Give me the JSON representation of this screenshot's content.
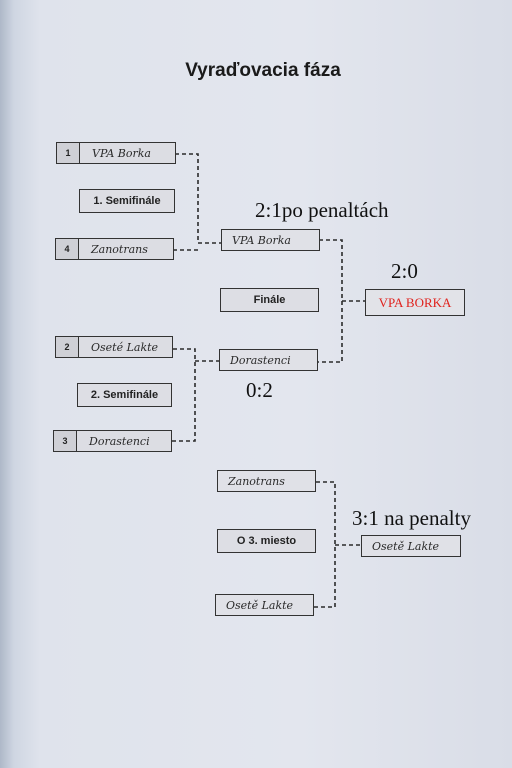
{
  "title": "Vyraďovacia fáza",
  "semifinal1": {
    "label": "1. Semifinále",
    "team_a": {
      "seed": "1",
      "name": "VPA Borka"
    },
    "team_b": {
      "seed": "4",
      "name": "Zanotrans"
    },
    "winner": "VPA Borka",
    "score": "2:1po penaltách"
  },
  "semifinal2": {
    "label": "2. Semifinále",
    "team_a": {
      "seed": "2",
      "name": "Oseté Lakte"
    },
    "team_b": {
      "seed": "3",
      "name": "Dorastenci"
    },
    "winner": "Dorastenci",
    "score": "0:2"
  },
  "final": {
    "label": "Finále",
    "score": "2:0",
    "champion": "VPA BORKA"
  },
  "third_place": {
    "label": "O 3. miesto",
    "team_a": "Zanotrans",
    "team_b": "Osetě Lakte",
    "winner": "Osetě Lakte",
    "score": "3:1 na penalty"
  },
  "colors": {
    "champion_text": "#e0221d",
    "ink": "#2b2b2b"
  }
}
